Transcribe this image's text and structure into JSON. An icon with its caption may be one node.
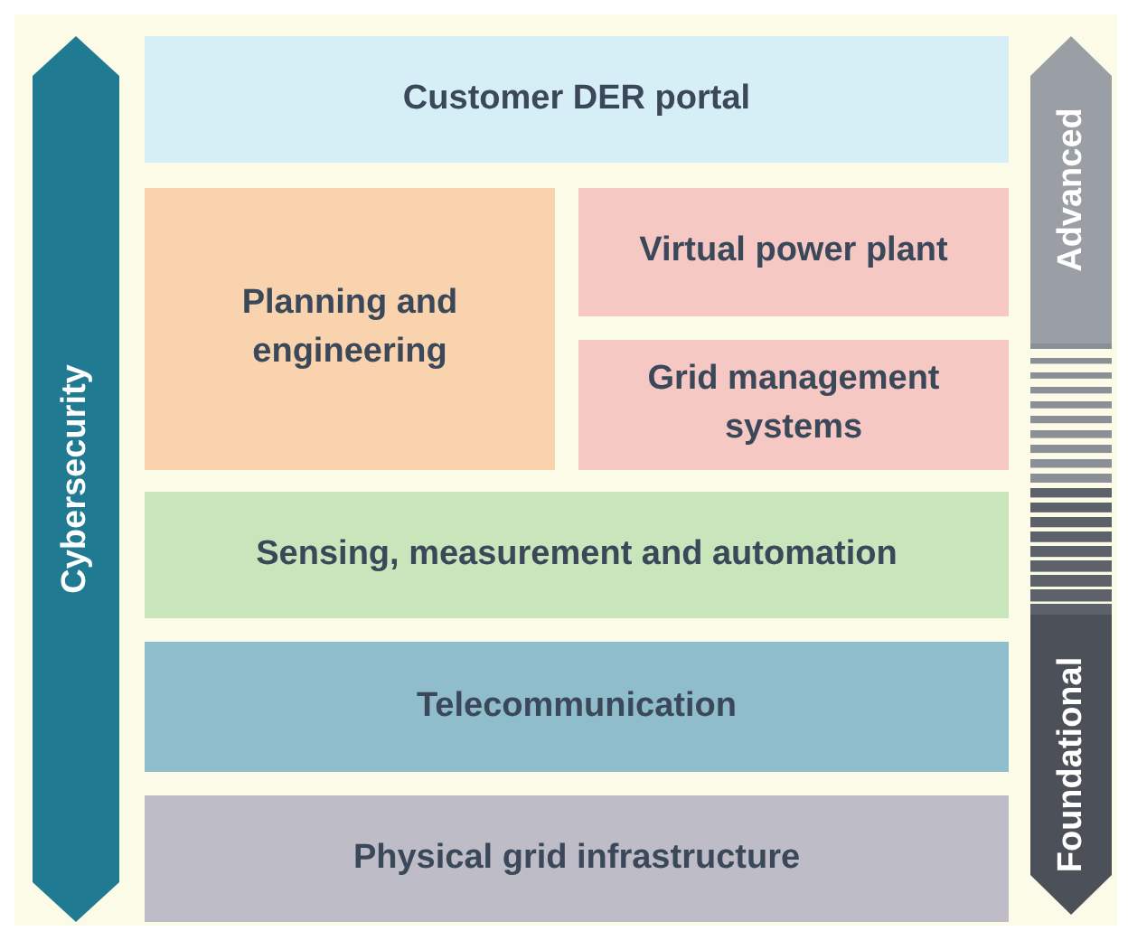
{
  "diagram": {
    "nodes": [
      {
        "text": [
          "Cybersecurity"
        ]
      },
      {
        "text": [
          "Customer DER portal"
        ]
      },
      {
        "text": [
          "Planning and engineering"
        ]
      },
      {
        "text": [
          "Virtual power plant"
        ]
      },
      {
        "text": [
          "Grid management systems"
        ]
      },
      {
        "text": [
          "Sensing, measurement and automation"
        ]
      },
      {
        "text": [
          "Telecommunication"
        ]
      },
      {
        "text": [
          "Physical grid infrastructure"
        ]
      },
      {
        "text": [
          "Advanced"
        ]
      },
      {
        "text": [
          "Foundational"
        ]
      }
    ],
    "edges": []
  }
}
